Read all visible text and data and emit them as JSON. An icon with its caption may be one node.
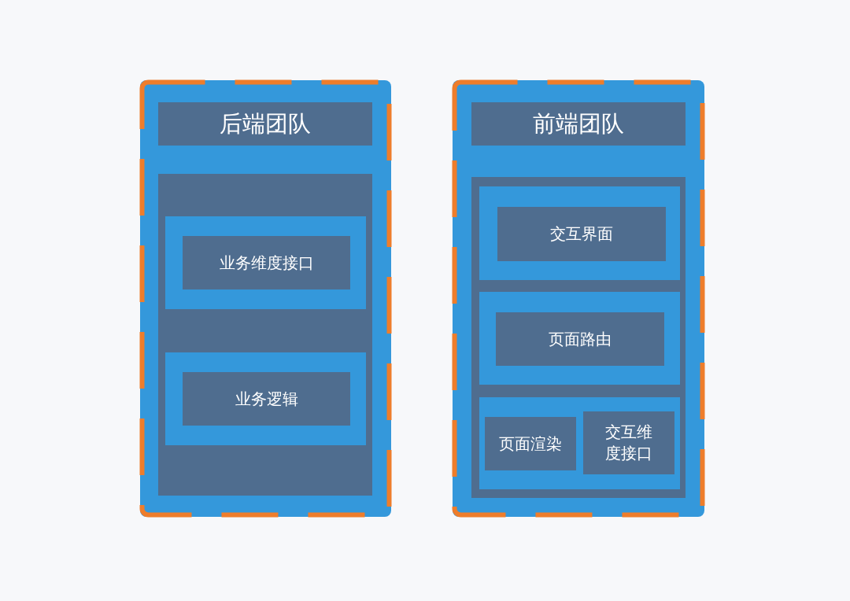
{
  "diagram": {
    "nodes": [
      {
        "text": [],
        "shape": "box"
      },
      {
        "text": [
          "后端团队"
        ],
        "in": 0
      },
      {
        "text": [],
        "shape": "box",
        "in": 0
      },
      {
        "text": [],
        "shape": "box",
        "in": 2
      },
      {
        "text": [
          "业务维度接口"
        ],
        "in": 3
      },
      {
        "text": [],
        "shape": "box",
        "in": 2
      },
      {
        "text": [
          "业务逻辑"
        ],
        "in": 5
      },
      {
        "text": [],
        "shape": "box"
      },
      {
        "text": [
          "前端团队"
        ],
        "in": 7
      },
      {
        "text": [],
        "shape": "box",
        "in": 7
      },
      {
        "text": [],
        "shape": "box",
        "in": 9
      },
      {
        "text": [
          "交互界面"
        ],
        "in": 10
      },
      {
        "text": [],
        "shape": "box",
        "in": 9
      },
      {
        "text": [
          "页面路由"
        ],
        "in": 12
      },
      {
        "text": [],
        "shape": "box",
        "in": 9
      },
      {
        "text": [
          "页面渲染"
        ],
        "in": 14
      },
      {
        "text": [
          "交互维度接口"
        ],
        "in": 14
      }
    ]
  }
}
